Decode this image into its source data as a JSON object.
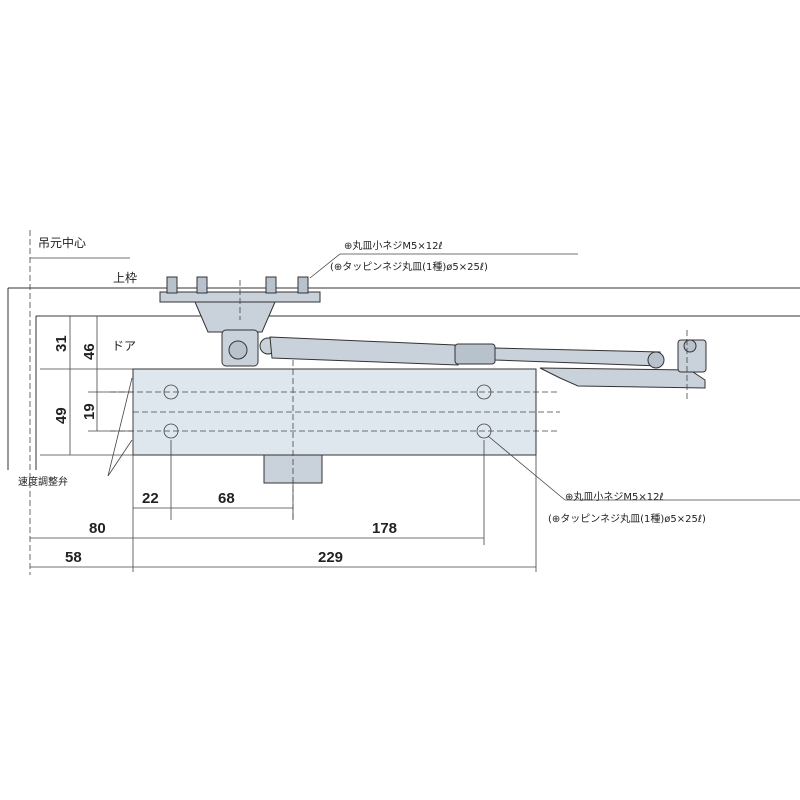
{
  "labels": {
    "hanging_center": "吊元中心",
    "upper_frame": "上枠",
    "door": "ドア",
    "speed_valve": "速度調整弁"
  },
  "notes": {
    "frame_screw_1": "⊕丸皿小ネジM5×12ℓ",
    "frame_screw_2": "(⊕タッピンネジ丸皿(1種)ø5×25ℓ)",
    "body_screw_1": "⊕丸皿小ネジM5×12ℓ",
    "body_screw_2": "(⊕タッピンネジ丸皿(1種)ø5×25ℓ)"
  },
  "dimensions": {
    "v31": "31",
    "v46": "46",
    "v49": "49",
    "v19": "19",
    "h22": "22",
    "h68": "68",
    "h80": "80",
    "h178": "178",
    "h58": "58",
    "h229": "229"
  }
}
